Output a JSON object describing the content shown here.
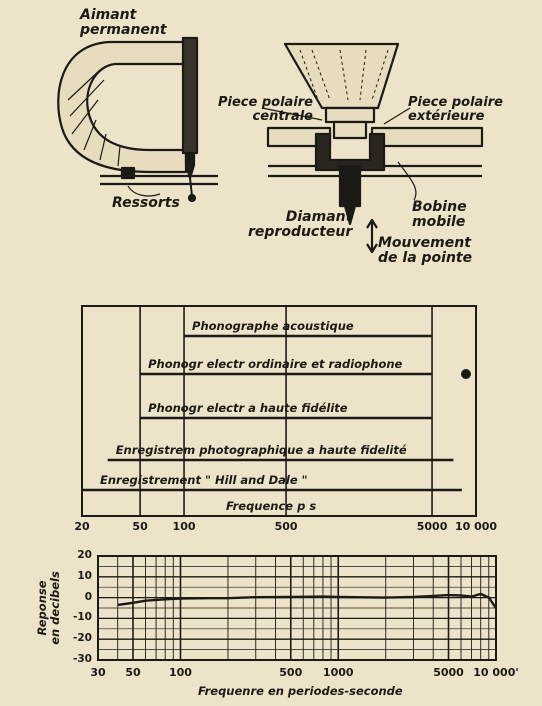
{
  "illustration": {
    "label_aimant": "Aimant\npermanent",
    "label_ressorts": "Ressorts",
    "label_piece_centrale": "Piece polaire\ncentrale",
    "label_piece_exterieure": "Piece polaire\nextérieure",
    "label_diamant": "Diamant\nreproducteur",
    "label_bobine": "Bobine\nmobile",
    "label_mouvement": "Mouvement\nde la pointe"
  },
  "range_chart": {
    "type": "bar",
    "orientation": "horizontal",
    "x_scale": "log",
    "xlim": [
      20,
      10000
    ],
    "xlabel": "Frequence p s",
    "x_ticks": [
      "20",
      "50",
      "100",
      "500",
      "5000",
      "10 000"
    ],
    "x_tick_values": [
      20,
      50,
      100,
      500,
      5000,
      10000
    ],
    "bars": [
      {
        "label": "Phonographe acoustique",
        "start": 100,
        "end": 5000
      },
      {
        "label": "Phonogr electr ordinaire et radiophone",
        "start": 50,
        "end": 5000
      },
      {
        "label": "Phonogr electr a haute fidélite",
        "start": 50,
        "end": 5000
      },
      {
        "label": "Enregistrem photographique a haute fidelité",
        "start": 30,
        "end": 7000
      },
      {
        "label": "Enregistrement \" Hill and Dale \"",
        "start": 20,
        "end": 8000
      }
    ]
  },
  "chart_data": {
    "type": "line",
    "x_scale": "log",
    "xlim": [
      30,
      10000
    ],
    "ylim": [
      -30,
      20
    ],
    "grid": true,
    "xlabel": "Frequenre en periodes-seconde",
    "ylabel": "Reponse\nen decibels",
    "x_ticks": [
      "30",
      "50",
      "100",
      "500",
      "1000",
      "5000",
      "10 000'"
    ],
    "x_tick_values": [
      30,
      50,
      100,
      500,
      1000,
      5000,
      10000
    ],
    "y_ticks": [
      "20",
      "10",
      "0",
      "-10",
      "-20",
      "-30"
    ],
    "y_tick_values": [
      20,
      10,
      0,
      -10,
      -20,
      -30
    ],
    "x": [
      40,
      50,
      60,
      80,
      100,
      150,
      200,
      300,
      500,
      800,
      1000,
      2000,
      3000,
      4000,
      5000,
      6000,
      7000,
      8000,
      9000,
      10000
    ],
    "y": [
      -3.5,
      -2.5,
      -1.5,
      -0.8,
      -0.5,
      -0.3,
      -0.3,
      0.2,
      0.3,
      0.5,
      0.3,
      0,
      0.3,
      0.8,
      1.2,
      1,
      0.5,
      1.8,
      0,
      -5
    ]
  }
}
